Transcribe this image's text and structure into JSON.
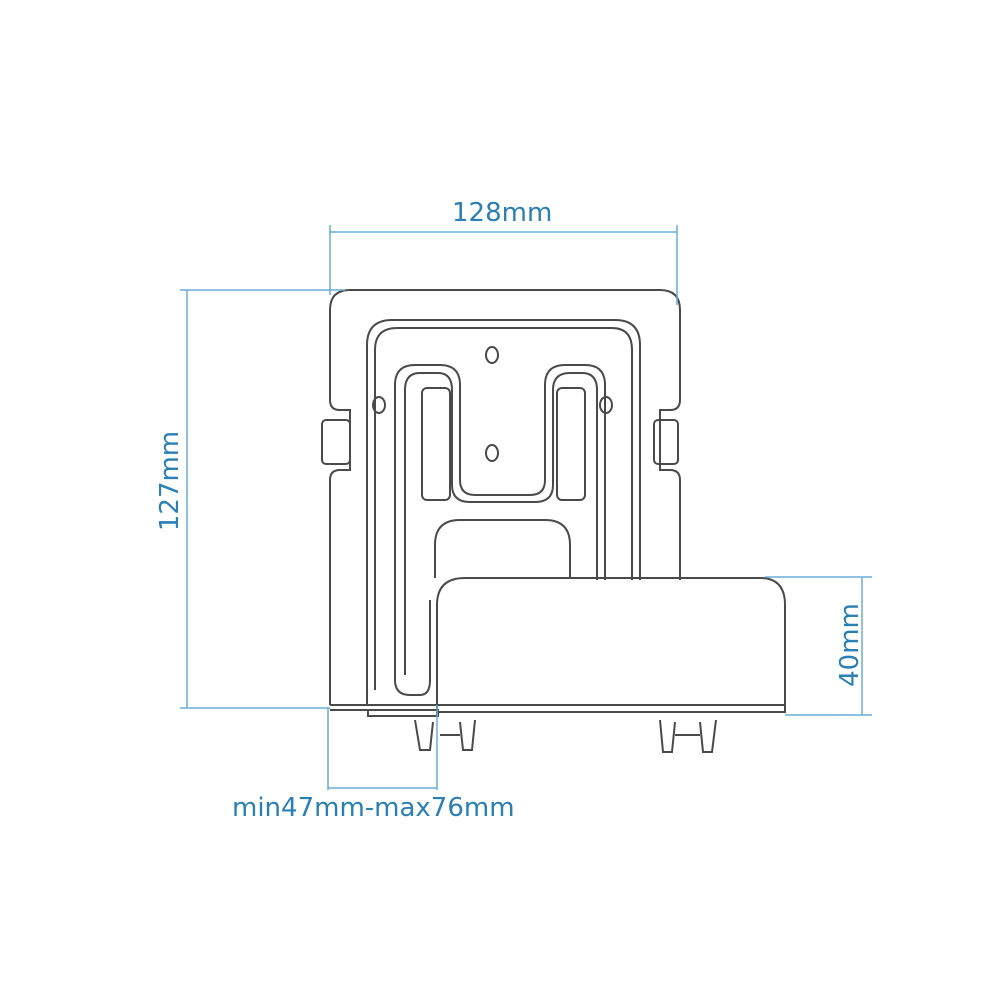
{
  "diagram": {
    "subject": "device wall-mount bracket technical drawing",
    "colors": {
      "outline": "#4a4a4a",
      "dimension": "#6aaed6",
      "dimension_text": "#2a7fb5",
      "background": "#ffffff"
    },
    "dimensions": {
      "width": {
        "label": "128mm"
      },
      "height": {
        "label": "127mm"
      },
      "shelf_height": {
        "label": "40mm"
      },
      "depth_range": {
        "label": "min47mm-max76mm"
      }
    }
  }
}
